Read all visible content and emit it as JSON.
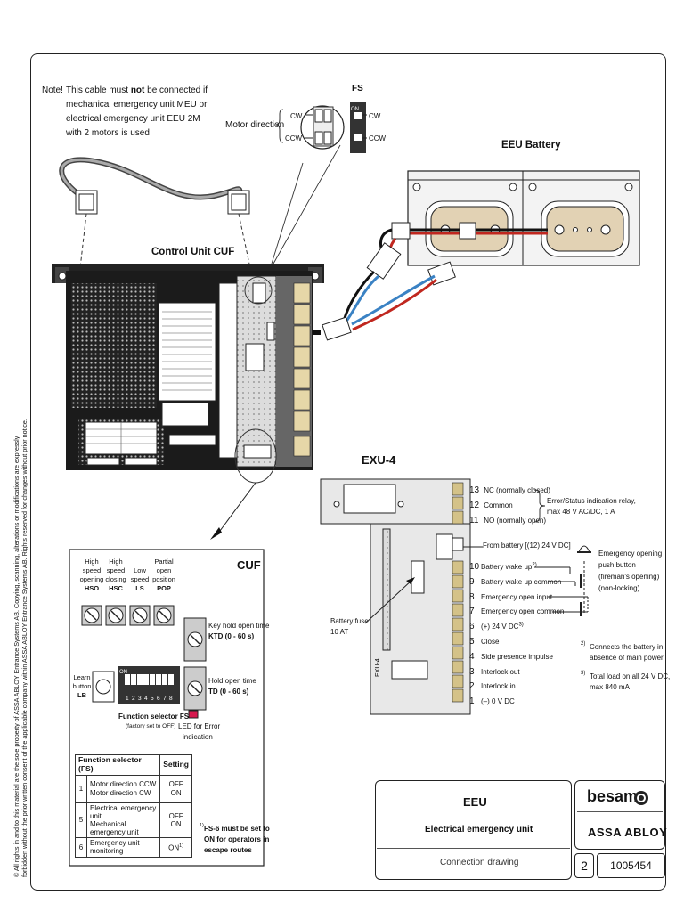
{
  "note": {
    "label": "Note!",
    "line1_pre": "This cable must ",
    "line1_bold": "not",
    "line1_post": " be connected if",
    "line2": "mechanical emergency unit MEU or",
    "line3": "electrical emergency unit EEU 2M",
    "line4": "with 2 motors is used"
  },
  "motor_direction": {
    "label": "Motor direction",
    "cw": "CW",
    "ccw": "CCW",
    "fs_label": "FS",
    "on_label": "ON"
  },
  "eeu_battery_title": "EEU Battery",
  "control_unit_title": "Control Unit CUF",
  "exu": {
    "title": "EXU-4",
    "side_label": "EXU-4",
    "relay": [
      {
        "num": "13",
        "text": "NC (normally closed)"
      },
      {
        "num": "12",
        "text": "Common"
      },
      {
        "num": "11",
        "text": "NO (normally open)"
      }
    ],
    "relay_note_1": "Error/Status indication relay,",
    "relay_note_2": "max 48 V AC/DC, 1 A",
    "from_battery": "From battery [(12) 24 V DC]",
    "terminals": [
      {
        "num": "10",
        "text": "Battery wake up",
        "sup": "2)"
      },
      {
        "num": "9",
        "text": "Battery wake up common",
        "sup": ""
      },
      {
        "num": "8",
        "text": "Emergency open input",
        "sup": ""
      },
      {
        "num": "7",
        "text": "Emergency open common",
        "sup": ""
      },
      {
        "num": "6",
        "text": "(+) 24 V DC",
        "sup": "3)"
      },
      {
        "num": "5",
        "text": "Close",
        "sup": ""
      },
      {
        "num": "4",
        "text": "Side presence impulse",
        "sup": ""
      },
      {
        "num": "3",
        "text": "Interlock out",
        "sup": ""
      },
      {
        "num": "2",
        "text": "Interlock in",
        "sup": ""
      },
      {
        "num": "1",
        "text": "(–) 0 V DC",
        "sup": ""
      }
    ],
    "battery_fuse_1": "Battery fuse",
    "battery_fuse_2": "10 AT",
    "pushbutton_1": "Emergency opening",
    "pushbutton_2": "push button",
    "pushbutton_3": "(fireman's opening)",
    "pushbutton_4": "(non-locking)",
    "footnote2_num": "2)",
    "footnote2_1": "Connects the battery in",
    "footnote2_2": "absence of main power",
    "footnote3_num": "3)",
    "footnote3_1": "Total load on all 24 V DC,",
    "footnote3_2": "max 840 mA"
  },
  "cuf_panel": {
    "title": "CUF",
    "pots": [
      {
        "l1": "High",
        "l2": "speed",
        "l3": "opening",
        "abbr": "HSO"
      },
      {
        "l1": "High",
        "l2": "speed",
        "l3": "closing",
        "abbr": "HSC"
      },
      {
        "l1": "",
        "l2": "Low",
        "l3": "speed",
        "abbr": "LS"
      },
      {
        "l1": "Partial",
        "l2": "open",
        "l3": "position",
        "abbr": "POP"
      }
    ],
    "ktd_1": "Key hold open time",
    "ktd_2": "KTD (0 - 60 s)",
    "td_1": "Hold open time",
    "td_2": "TD (0 - 60 s)",
    "learn_1": "Learn",
    "learn_2": "button",
    "learn_abbr": "LB",
    "fs_label": "Function selector FS",
    "fs_note": "(factory set to OFF)",
    "dip_on": "ON",
    "dip_numbers": [
      "1",
      "2",
      "3",
      "4",
      "5",
      "6",
      "7",
      "8"
    ],
    "led_1": "LED for Error",
    "led_2": "indication",
    "table_header_fs": "Function selector (FS)",
    "table_header_setting": "Setting",
    "rows": [
      {
        "num": "1",
        "a": "Motor direction CCW",
        "b": "Motor direction CW",
        "s1": "OFF",
        "s2": "ON"
      },
      {
        "num": "5",
        "a": "Electrical emergency unit",
        "b": "Mechanical emergency unit",
        "s1": "OFF",
        "s2": "ON"
      },
      {
        "num": "6",
        "a": "Emergency unit monitoring",
        "b": "",
        "s1": "ON",
        "s2": ""
      }
    ],
    "row6_sup": "1)",
    "fn1_num": "1)",
    "fn1_1": "FS-6 must be set to",
    "fn1_2": "ON for operators in",
    "fn1_3": "escape routes"
  },
  "title_block": {
    "title": "EEU",
    "subtitle": "Electrical emergency unit",
    "drawing": "Connection drawing",
    "brand": "besam",
    "company": "ASSA ABLOY",
    "sheet": "2",
    "number": "1005454"
  },
  "copyright": {
    "line1": "© All rights in and to this material are the sole property of ASSA ABLOY Entrance Systems AB. Copying, scanning, alterations or modifications are expressly",
    "line2": "forbidden without the prior written consent of the applicable company within ASSA ABLOY Entrance Systems AB. Rights reserved for changes without prior notice."
  }
}
